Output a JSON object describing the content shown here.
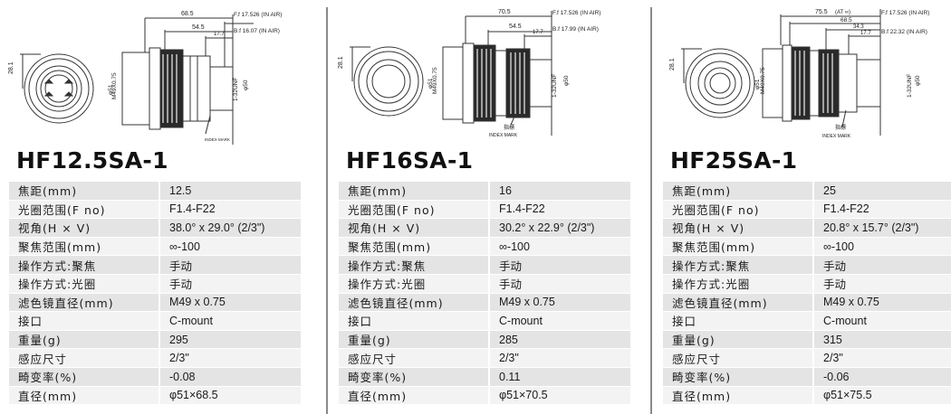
{
  "labels": {
    "focal": "焦距(mm)",
    "aperture": "光圈范围(F no)",
    "fov": "视角(H × V)",
    "focus_range": "聚焦范围(mm)",
    "op_focus": "操作方式:聚焦",
    "op_iris": "操作方式:光圈",
    "filter": "滤色镜直径(mm)",
    "mount": "接口",
    "weight": "重量(g)",
    "sensor": "感应尺寸",
    "distortion": "畸变率(%)",
    "diameter": "直径(mm)"
  },
  "lenses": [
    {
      "model": "HF12.5SA-1",
      "drawing": {
        "len_total": "68.5",
        "len_mid": "54.5",
        "len_small": "17.7",
        "ff": "F.f 17.526 (IN AIR)",
        "bf": "B.f 16.07 (IN AIR)",
        "side": "28.1",
        "d51": "φ51",
        "thread": "M49X0.75",
        "d50": "φ50",
        "mount": "1-32UNF",
        "index": "INDEX MARK",
        "mark_cn": ""
      },
      "specs": {
        "focal": "12.5",
        "aperture": "F1.4-F22",
        "fov": "38.0° x 29.0° (2/3\")",
        "focus_range": "∞-100",
        "op_focus": "手动",
        "op_iris": "手动",
        "filter": "M49 x 0.75",
        "mount": "C-mount",
        "weight": "295",
        "sensor": "2/3\"",
        "distortion": "-0.08",
        "diameter": "φ51×68.5"
      }
    },
    {
      "model": "HF16SA-1",
      "drawing": {
        "len_total": "70.5",
        "len_mid": "54.5",
        "len_small": "17.7",
        "ff": "F.f 17.526 (IN AIR)",
        "bf": "B.f 17.99 (IN AIR)",
        "side": "28.1",
        "d51": "φ51",
        "thread": "M49X0.75",
        "d50": "φ50",
        "mount": "1-32UNF",
        "index": "INDEX MARK",
        "mark_cn": "指標"
      },
      "specs": {
        "focal": "16",
        "aperture": "F1.4-F22",
        "fov": "30.2° x 22.9° (2/3\")",
        "focus_range": "∞-100",
        "op_focus": "手动",
        "op_iris": "手动",
        "filter": "M49 x 0.75",
        "mount": "C-mount",
        "weight": "285",
        "sensor": "2/3\"",
        "distortion": "0.11",
        "diameter": "φ51×70.5"
      }
    },
    {
      "model": "HF25SA-1",
      "drawing": {
        "len_total": "75.5",
        "len_mid": "68.5",
        "len_small": "34.3",
        "len_tiny": "17.7",
        "at_inf": "(AT ∞)",
        "ff": "F.f 17.526 (IN AIR)",
        "bf": "B.f 22.32 (IN AIR)",
        "side": "28.1",
        "d51": "φ51",
        "thread": "M49X0.75",
        "d50": "φ50",
        "mount": "1-32UNF",
        "index": "INDEX MARK",
        "mark_cn": "指標"
      },
      "specs": {
        "focal": "25",
        "aperture": "F1.4-F22",
        "fov": "20.8° x 15.7° (2/3\")",
        "focus_range": "∞-100",
        "op_focus": "手动",
        "op_iris": "手动",
        "filter": "M49 x 0.75",
        "mount": "C-mount",
        "weight": "315",
        "sensor": "2/3\"",
        "distortion": "-0.06",
        "diameter": "φ51×75.5"
      }
    }
  ]
}
